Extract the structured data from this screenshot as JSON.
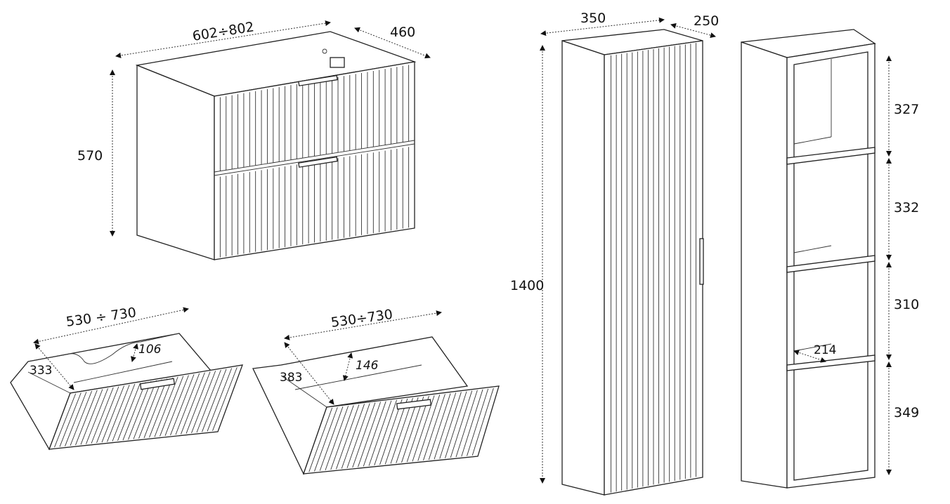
{
  "vanity": {
    "width": "602÷802",
    "depth": "460",
    "height": "570"
  },
  "drawer_upper": {
    "width": "530 ÷ 730",
    "depth": "333",
    "inner_height": "106"
  },
  "drawer_lower": {
    "width": "530÷730",
    "depth": "383",
    "inner_height": "146"
  },
  "tall_cabinet": {
    "width": "350",
    "depth": "250",
    "height": "1400"
  },
  "open_cabinet": {
    "compartments": [
      "327",
      "332",
      "310",
      "349"
    ],
    "shelf_depth": "214"
  }
}
